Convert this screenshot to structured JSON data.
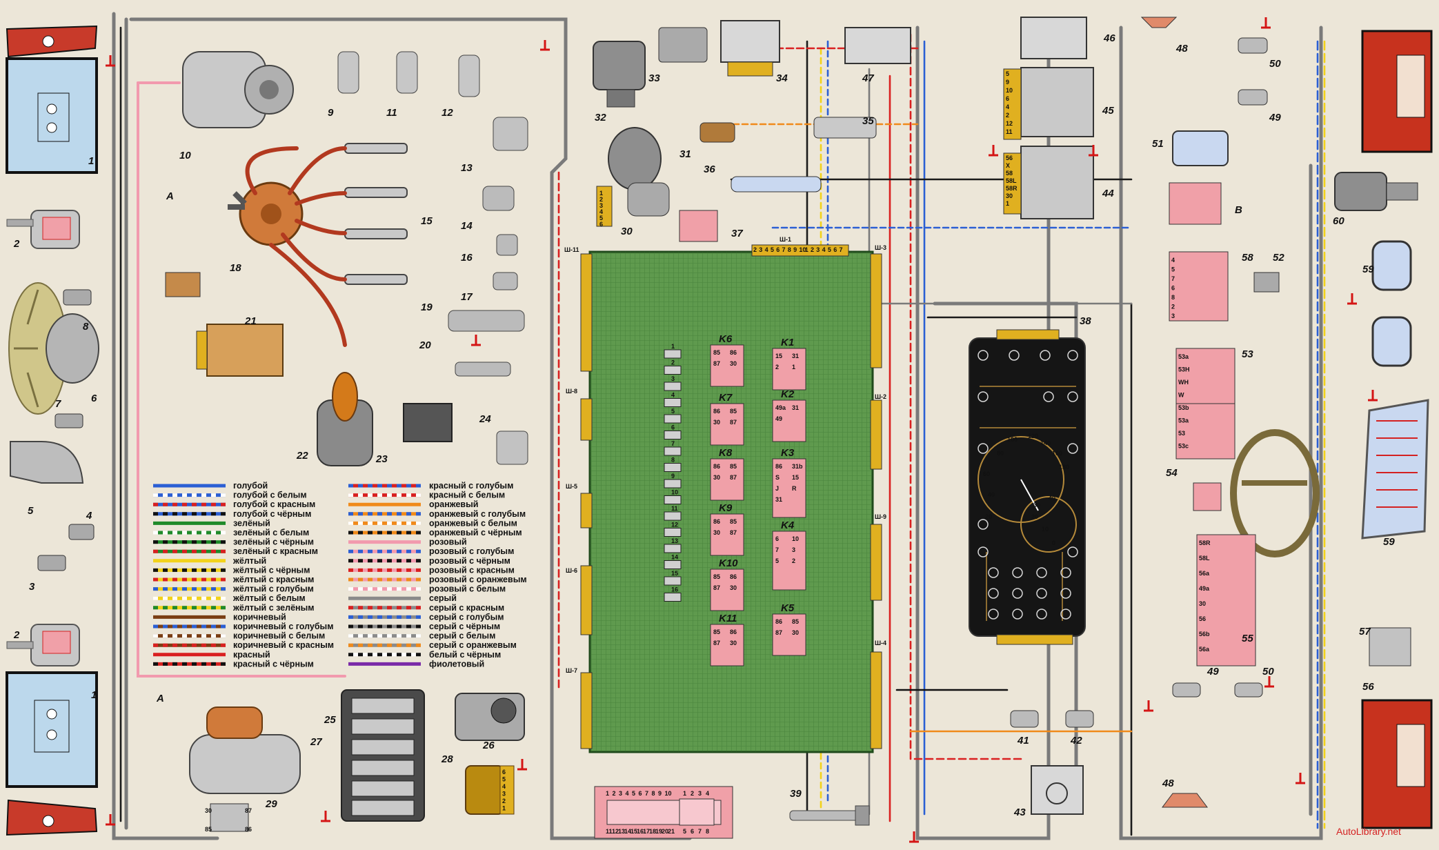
{
  "colors": {
    "background": "#ece6d8",
    "board": "#5f9a4e",
    "board_line": "#1f4a1b",
    "relay": "#f0a0a8",
    "lamp_red": "#d23a2a",
    "panel_black": "#151515",
    "ground": "#d41515",
    "connector": "#e0b020"
  },
  "components": [
    {
      "id": "c1a",
      "label": "1"
    },
    {
      "id": "c1b",
      "label": "1"
    },
    {
      "id": "c2a",
      "label": "2"
    },
    {
      "id": "c2b",
      "label": "2"
    },
    {
      "id": "c3",
      "label": "3"
    },
    {
      "id": "c4",
      "label": "4"
    },
    {
      "id": "c5",
      "label": "5"
    },
    {
      "id": "c6",
      "label": "6"
    },
    {
      "id": "c7",
      "label": "7"
    },
    {
      "id": "c8",
      "label": "8"
    },
    {
      "id": "c9",
      "label": "9"
    },
    {
      "id": "c10",
      "label": "10"
    },
    {
      "id": "c11",
      "label": "11"
    },
    {
      "id": "c12",
      "label": "12"
    },
    {
      "id": "c13",
      "label": "13"
    },
    {
      "id": "c14",
      "label": "14"
    },
    {
      "id": "c15",
      "label": "15"
    },
    {
      "id": "c16",
      "label": "16"
    },
    {
      "id": "c17",
      "label": "17"
    },
    {
      "id": "c18",
      "label": "18"
    },
    {
      "id": "c19",
      "label": "19"
    },
    {
      "id": "c20",
      "label": "20"
    },
    {
      "id": "c21",
      "label": "21"
    },
    {
      "id": "c22",
      "label": "22"
    },
    {
      "id": "c23",
      "label": "23"
    },
    {
      "id": "c24",
      "label": "24"
    },
    {
      "id": "c25",
      "label": "25"
    },
    {
      "id": "c26",
      "label": "26"
    },
    {
      "id": "c27",
      "label": "27"
    },
    {
      "id": "c28",
      "label": "28"
    },
    {
      "id": "c29",
      "label": "29"
    },
    {
      "id": "c30",
      "label": "30"
    },
    {
      "id": "c31",
      "label": "31"
    },
    {
      "id": "c32",
      "label": "32"
    },
    {
      "id": "c33",
      "label": "33"
    },
    {
      "id": "c34",
      "label": "34"
    },
    {
      "id": "c35",
      "label": "35"
    },
    {
      "id": "c36",
      "label": "36"
    },
    {
      "id": "c37",
      "label": "37"
    },
    {
      "id": "c38",
      "label": "38"
    },
    {
      "id": "c39",
      "label": "39"
    },
    {
      "id": "c41",
      "label": "41"
    },
    {
      "id": "c42",
      "label": "42"
    },
    {
      "id": "c43",
      "label": "43"
    },
    {
      "id": "c44",
      "label": "44"
    },
    {
      "id": "c45",
      "label": "45"
    },
    {
      "id": "c46",
      "label": "46"
    },
    {
      "id": "c47",
      "label": "47"
    },
    {
      "id": "c48a",
      "label": "48"
    },
    {
      "id": "c48b",
      "label": "48"
    },
    {
      "id": "c49a",
      "label": "49"
    },
    {
      "id": "c49b",
      "label": "49"
    },
    {
      "id": "c50a",
      "label": "50"
    },
    {
      "id": "c50b",
      "label": "50"
    },
    {
      "id": "c51",
      "label": "51"
    },
    {
      "id": "c52",
      "label": "52"
    },
    {
      "id": "c53",
      "label": "53"
    },
    {
      "id": "c54",
      "label": "54"
    },
    {
      "id": "c55",
      "label": "55"
    },
    {
      "id": "c56",
      "label": "56"
    },
    {
      "id": "c57",
      "label": "57"
    },
    {
      "id": "c58",
      "label": "58"
    },
    {
      "id": "c59a",
      "label": "59"
    },
    {
      "id": "c59b",
      "label": "59"
    },
    {
      "id": "c60",
      "label": "60"
    },
    {
      "id": "pa1",
      "label": "A"
    },
    {
      "id": "pa2",
      "label": "A"
    },
    {
      "id": "pb",
      "label": "B"
    }
  ],
  "connectors": [
    {
      "id": "sh1",
      "label": "Ш-1"
    },
    {
      "id": "sh2",
      "label": "Ш-2"
    },
    {
      "id": "sh3",
      "label": "Ш-3"
    },
    {
      "id": "sh4",
      "label": "Ш-4"
    },
    {
      "id": "sh5",
      "label": "Ш-5"
    },
    {
      "id": "sh6",
      "label": "Ш-6"
    },
    {
      "id": "sh7",
      "label": "Ш-7"
    },
    {
      "id": "sh8",
      "label": "Ш-8"
    },
    {
      "id": "sh9",
      "label": "Ш-9"
    },
    {
      "id": "sh11",
      "label": "Ш-11"
    }
  ],
  "relays": [
    {
      "id": "k1",
      "label": "K1",
      "pins": [
        "15",
        "31",
        "2",
        "1"
      ]
    },
    {
      "id": "k2",
      "label": "K2",
      "pins": [
        "49a",
        "31",
        "49"
      ]
    },
    {
      "id": "k3",
      "label": "K3",
      "pins": [
        "86",
        "31b",
        "S",
        "15",
        "J",
        "R",
        "31"
      ]
    },
    {
      "id": "k4",
      "label": "K4",
      "pins": [
        "6",
        "10",
        "7",
        "3",
        "5",
        "2"
      ]
    },
    {
      "id": "k5",
      "label": "K5",
      "pins": [
        "86",
        "85",
        "87",
        "30"
      ]
    },
    {
      "id": "k6",
      "label": "K6",
      "pins": [
        "85",
        "86",
        "87",
        "30"
      ]
    },
    {
      "id": "k7",
      "label": "K7",
      "pins": [
        "86",
        "85",
        "30",
        "87"
      ]
    },
    {
      "id": "k8",
      "label": "K8",
      "pins": [
        "86",
        "85",
        "30",
        "87"
      ]
    },
    {
      "id": "k9",
      "label": "K9",
      "pins": [
        "86",
        "85",
        "30",
        "87"
      ]
    },
    {
      "id": "k10",
      "label": "K10",
      "pins": [
        "85",
        "86",
        "87",
        "30"
      ]
    },
    {
      "id": "k11",
      "label": "K11",
      "pins": [
        "85",
        "86",
        "87",
        "30"
      ]
    }
  ],
  "fuses": [
    "1",
    "2",
    "3",
    "4",
    "5",
    "6",
    "7",
    "8",
    "9",
    "10",
    "11",
    "12",
    "13",
    "14",
    "15",
    "16"
  ],
  "gauges": {
    "speedometer": [
      "20",
      "40",
      "60",
      "80",
      "100",
      "120",
      "140",
      "160",
      "180"
    ],
    "tachometer": [
      "0",
      "10",
      "20",
      "30",
      "40"
    ]
  },
  "switch_pins": {
    "c45": [
      "5",
      "9",
      "10",
      "6",
      "4",
      "2",
      "12",
      "11"
    ],
    "c44": [
      "56",
      "X",
      "58",
      "58L",
      "58R",
      "30",
      "1"
    ],
    "c53": [
      "53a",
      "53H",
      "WH",
      "W",
      "53b",
      "53a",
      "53",
      "53c"
    ],
    "c55": [
      "58R",
      "58L",
      "56a",
      "49a",
      "30",
      "56",
      "56b",
      "56a"
    ],
    "c58": [
      "4",
      "5",
      "7",
      "6",
      "8",
      "2",
      "3"
    ],
    "c29": [
      "30",
      "87",
      "85",
      "86"
    ],
    "c28": [
      "6",
      "5",
      "4",
      "3",
      "2",
      "1"
    ],
    "c37": [
      "1",
      "2",
      "3",
      "4",
      "5",
      "6"
    ],
    "sh1_pins": [
      "2",
      "3",
      "4",
      "5",
      "6",
      "7",
      "8",
      "9",
      "10",
      "1",
      "2",
      "3",
      "4",
      "5",
      "6",
      "7"
    ],
    "bottom_conn_a": [
      "1",
      "2",
      "3",
      "4",
      "5",
      "6",
      "7",
      "8",
      "9",
      "10",
      "11",
      "12",
      "13",
      "14",
      "15",
      "16",
      "17",
      "18",
      "19",
      "20",
      "21"
    ],
    "bottom_conn_b": [
      "1",
      "2",
      "3",
      "4",
      "5",
      "6",
      "7",
      "8"
    ]
  },
  "legend": {
    "left": [
      {
        "text": "голубой",
        "c1": "#2b5fd4",
        "c2": "#2b5fd4"
      },
      {
        "text": "голубой с белым",
        "c1": "#2b5fd4",
        "c2": "#ffffff"
      },
      {
        "text": "голубой с красным",
        "c1": "#2b5fd4",
        "c2": "#d92020"
      },
      {
        "text": "голубой с чёрным",
        "c1": "#2b5fd4",
        "c2": "#111111"
      },
      {
        "text": "зелёный",
        "c1": "#1f8a2a",
        "c2": "#1f8a2a"
      },
      {
        "text": "зелёный с белым",
        "c1": "#1f8a2a",
        "c2": "#ffffff"
      },
      {
        "text": "зелёный с чёрным",
        "c1": "#1f8a2a",
        "c2": "#111111"
      },
      {
        "text": "зелёный с красным",
        "c1": "#1f8a2a",
        "c2": "#d92020"
      },
      {
        "text": "жёлтый",
        "c1": "#f2d21a",
        "c2": "#f2d21a"
      },
      {
        "text": "жёлтый с чёрным",
        "c1": "#f2d21a",
        "c2": "#111111"
      },
      {
        "text": "жёлтый с красным",
        "c1": "#f2d21a",
        "c2": "#d92020"
      },
      {
        "text": "жёлтый с голубым",
        "c1": "#f2d21a",
        "c2": "#2b5fd4"
      },
      {
        "text": "жёлтый с белым",
        "c1": "#f2d21a",
        "c2": "#ffffff"
      },
      {
        "text": "жёлтый с зелёным",
        "c1": "#f2d21a",
        "c2": "#1f8a2a"
      },
      {
        "text": "коричневый",
        "c1": "#7a3e14",
        "c2": "#7a3e14"
      },
      {
        "text": "коричневый с голубым",
        "c1": "#7a3e14",
        "c2": "#2b5fd4"
      },
      {
        "text": "коричневый с белым",
        "c1": "#7a3e14",
        "c2": "#ffffff"
      },
      {
        "text": "коричневый с красным",
        "c1": "#7a3e14",
        "c2": "#d92020"
      },
      {
        "text": "красный",
        "c1": "#d92020",
        "c2": "#d92020"
      },
      {
        "text": "красный с чёрным",
        "c1": "#d92020",
        "c2": "#111111"
      }
    ],
    "right": [
      {
        "text": "красный с голубым",
        "c1": "#d92020",
        "c2": "#2b5fd4"
      },
      {
        "text": "красный с белым",
        "c1": "#d92020",
        "c2": "#ffffff"
      },
      {
        "text": "оранжевый",
        "c1": "#f08a1a",
        "c2": "#f08a1a"
      },
      {
        "text": "оранжевый с голубым",
        "c1": "#f08a1a",
        "c2": "#2b5fd4"
      },
      {
        "text": "оранжевый с белым",
        "c1": "#f08a1a",
        "c2": "#ffffff"
      },
      {
        "text": "оранжевый с чёрным",
        "c1": "#f08a1a",
        "c2": "#111111"
      },
      {
        "text": "розовый",
        "c1": "#f29aae",
        "c2": "#f29aae"
      },
      {
        "text": "розовый с голубым",
        "c1": "#f29aae",
        "c2": "#2b5fd4"
      },
      {
        "text": "розовый с чёрным",
        "c1": "#f29aae",
        "c2": "#111111"
      },
      {
        "text": "розовый с красным",
        "c1": "#f29aae",
        "c2": "#d92020"
      },
      {
        "text": "розовый с оранжевым",
        "c1": "#f29aae",
        "c2": "#f08a1a"
      },
      {
        "text": "розовый с белым",
        "c1": "#f29aae",
        "c2": "#ffffff"
      },
      {
        "text": "серый",
        "c1": "#8a8a8a",
        "c2": "#8a8a8a"
      },
      {
        "text": "серый с красным",
        "c1": "#8a8a8a",
        "c2": "#d92020"
      },
      {
        "text": "серый с голубым",
        "c1": "#8a8a8a",
        "c2": "#2b5fd4"
      },
      {
        "text": "серый с чёрным",
        "c1": "#8a8a8a",
        "c2": "#111111"
      },
      {
        "text": "серый с белым",
        "c1": "#8a8a8a",
        "c2": "#ffffff"
      },
      {
        "text": "серый с оранжевым",
        "c1": "#8a8a8a",
        "c2": "#f08a1a"
      },
      {
        "text": "белый с чёрным",
        "c1": "#ffffff",
        "c2": "#111111"
      },
      {
        "text": "фиолетовый",
        "c1": "#7a2aa8",
        "c2": "#7a2aa8"
      }
    ]
  },
  "watermark": "AutoLibrary.net"
}
